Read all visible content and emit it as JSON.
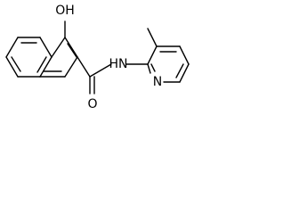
{
  "structure": {
    "type": "skeletal-formula",
    "labels": {
      "hydroxyl": "OH",
      "amide_nitrogen": "HN",
      "carbonyl_oxygen": "O",
      "pyridine_nitrogen": "N"
    },
    "line_color": "#000000",
    "background_color": "#ffffff"
  }
}
